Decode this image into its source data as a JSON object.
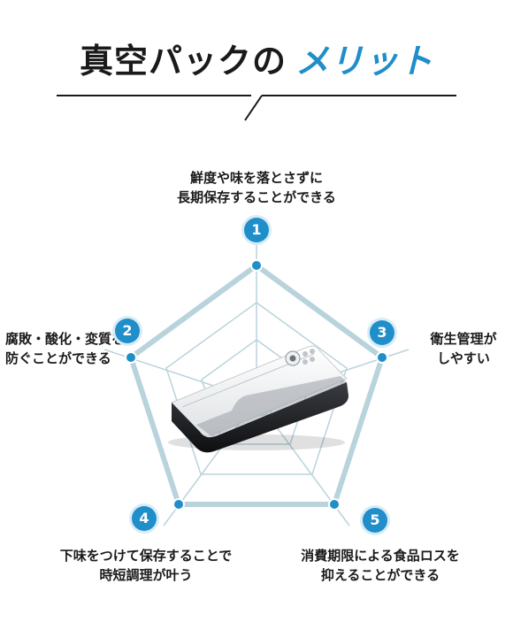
{
  "header": {
    "title_main": "真空パックの",
    "title_accent": "メリット"
  },
  "colors": {
    "accent": "#1f8ec9",
    "grid": "#b9d3dc",
    "text": "#1a1a1a"
  },
  "merits": [
    {
      "number": "1",
      "lines": [
        "鮮度や味を落とさずに",
        "長期保存することができる"
      ]
    },
    {
      "number": "2",
      "lines": [
        "腐敗・酸化・変質を",
        "防ぐことができる"
      ]
    },
    {
      "number": "3",
      "lines": [
        "衛生管理が",
        "しやすい"
      ]
    },
    {
      "number": "4",
      "lines": [
        "下味をつけて保存することで",
        "時短調理が叶う"
      ]
    },
    {
      "number": "5",
      "lines": [
        "消費期限による食品ロスを",
        "抑えることができる"
      ]
    }
  ],
  "product_image": "vacuum-sealer-machine"
}
